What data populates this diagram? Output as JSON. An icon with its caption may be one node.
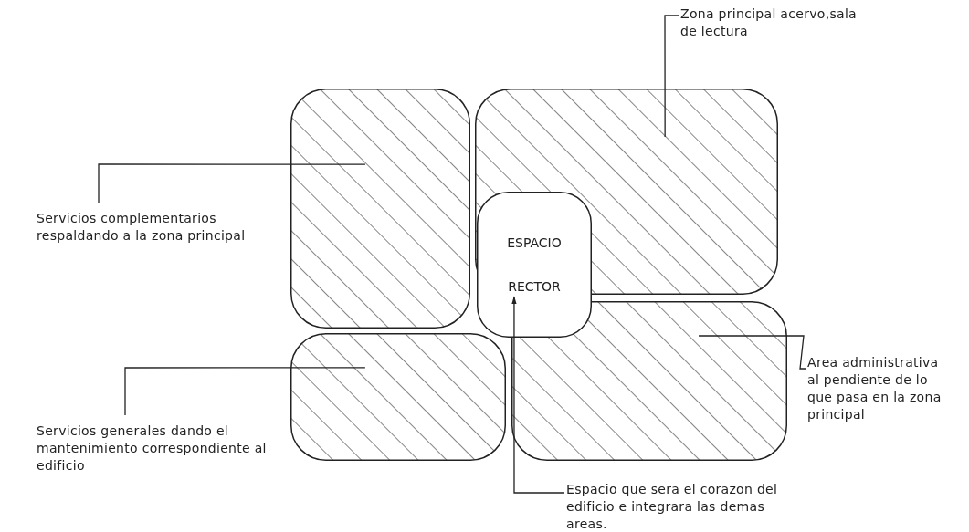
{
  "diagram": {
    "nodes": [
      {
        "text": [
          "Zona principal acervo,sala de lectura"
        ]
      },
      {
        "text": [],
        "shape": "box"
      },
      {
        "text": [],
        "shape": "box"
      },
      {
        "text": [
          "Servicios complementarios respaldando a la zona principal"
        ]
      },
      {
        "text": [
          "ESPACIO RECTOR"
        ]
      },
      {
        "text": [],
        "shape": "box"
      },
      {
        "text": [],
        "shape": "box"
      },
      {
        "text": [
          "Area administrativa al pendiente de lo que pasa en la zona principal"
        ]
      },
      {
        "text": [
          "Servicios generales dando el mantenimiento correspondiente al edificio"
        ]
      },
      {
        "text": [
          "Espacio que sera el corazon del edificio e integrara las demas areas."
        ]
      }
    ],
    "edges": [
      {
        "from": 0,
        "to": 1,
        "arrow": "none"
      },
      {
        "from": 3,
        "to": 2,
        "arrow": "none"
      },
      {
        "from": 8,
        "to": 5,
        "arrow": "none"
      },
      {
        "from": 7,
        "to": 6,
        "arrow": "none"
      },
      {
        "from": 9,
        "to": 4,
        "arrow": "to"
      }
    ]
  }
}
